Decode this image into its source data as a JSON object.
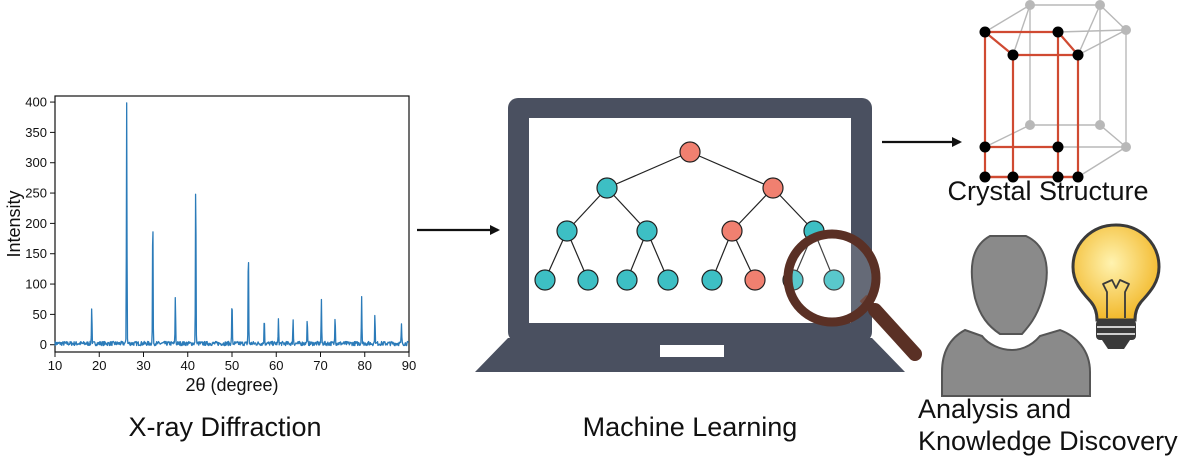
{
  "xrd": {
    "caption": "X-ray Diffraction",
    "chart_data": {
      "type": "line",
      "xlabel": "2θ (degree)",
      "ylabel": "Intensity",
      "xlim": [
        10,
        90
      ],
      "ylim": [
        -12,
        410
      ],
      "xticks": [
        "10",
        "20",
        "30",
        "40",
        "50",
        "60",
        "70",
        "80",
        "90"
      ],
      "yticks": [
        "0",
        "50",
        "100",
        "150",
        "200",
        "250",
        "300",
        "350",
        "400"
      ],
      "peaks": [
        {
          "x": 18.3,
          "y": 60
        },
        {
          "x": 26.2,
          "y": 397
        },
        {
          "x": 32.1,
          "y": 220
        },
        {
          "x": 37.2,
          "y": 78
        },
        {
          "x": 41.8,
          "y": 277
        },
        {
          "x": 50.0,
          "y": 72
        },
        {
          "x": 53.7,
          "y": 162
        },
        {
          "x": 57.3,
          "y": 42
        },
        {
          "x": 60.5,
          "y": 38
        },
        {
          "x": 63.8,
          "y": 40
        },
        {
          "x": 67.0,
          "y": 38
        },
        {
          "x": 70.2,
          "y": 70
        },
        {
          "x": 73.3,
          "y": 48
        },
        {
          "x": 79.3,
          "y": 78
        },
        {
          "x": 82.3,
          "y": 48
        },
        {
          "x": 88.3,
          "y": 30
        }
      ],
      "line_color": "#2b7bb9",
      "grid": false
    }
  },
  "ml": {
    "caption": "Machine Learning",
    "laptop_color": "#4a5060",
    "node_colors": {
      "teal": "#3dbfc4",
      "salmon": "#f08070"
    },
    "tree_levels": [
      [
        "salmon"
      ],
      [
        "teal",
        "salmon"
      ],
      [
        "teal",
        "teal",
        "salmon",
        "teal"
      ],
      [
        "teal",
        "teal",
        "teal",
        "teal",
        "teal",
        "salmon",
        "teal",
        "teal"
      ]
    ],
    "magnifier_icon": "magnifying-glass-icon",
    "magnifier_color": "#5a3025"
  },
  "crystal": {
    "caption": "Crystal Structure",
    "highlight_color": "#d04a32",
    "lattice_color": "#b8b8b8"
  },
  "analysis": {
    "caption_line1": "Analysis and",
    "caption_line2": "Knowledge Discovery",
    "person_icon": "person-icon",
    "lightbulb_icon": "lightbulb-icon",
    "person_color": "#8a8a8a",
    "bulb_color": "#f7c840"
  }
}
